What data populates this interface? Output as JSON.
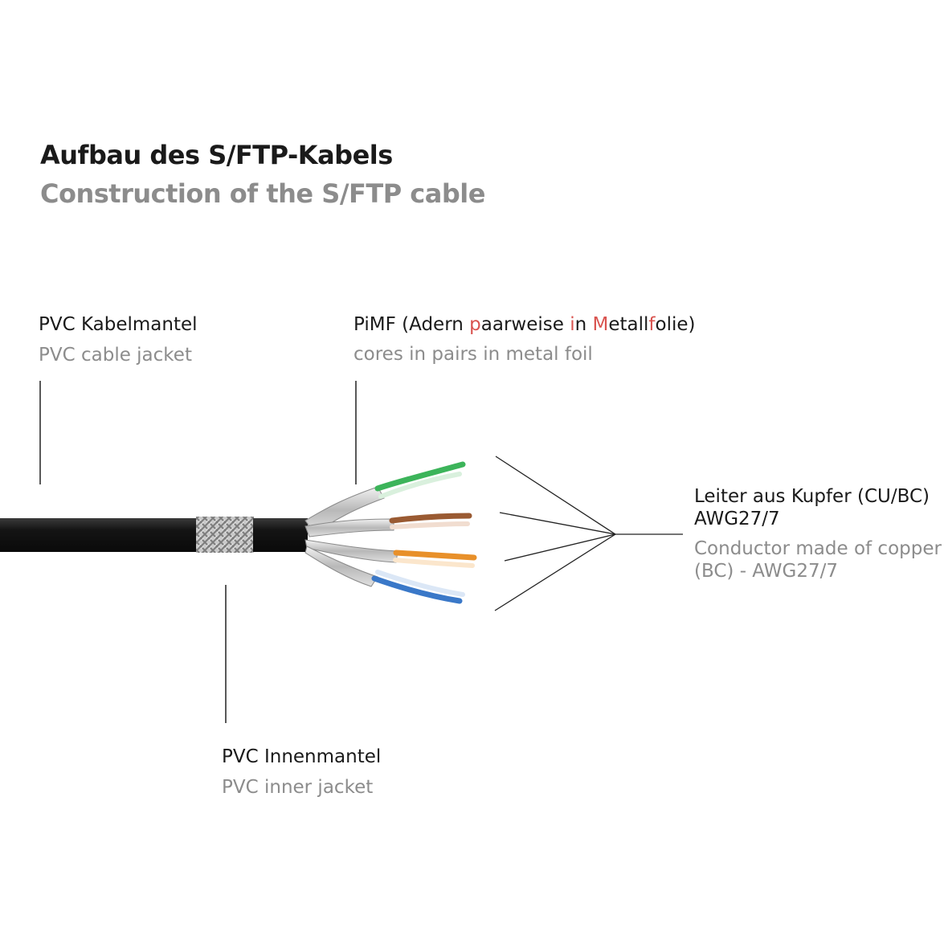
{
  "title": {
    "de": "Aufbau des S/FTP-Kabels",
    "en": "Construction of the S/FTP cable"
  },
  "labels": {
    "jacket": {
      "de": "PVC Kabelmantel",
      "en": "PVC cable jacket"
    },
    "pimf": {
      "de_parts": [
        "PiMF (Adern ",
        "p",
        "aarweise ",
        "i",
        "n ",
        "M",
        "etall",
        "f",
        "olie)"
      ],
      "en": "cores in pairs in metal foil"
    },
    "conductor": {
      "de_line1": "Leiter aus Kupfer (CU/BC)",
      "de_line2": "AWG27/7",
      "en_line1": "Conductor made of copper",
      "en_line2": "(BC) - AWG27/7"
    },
    "inner": {
      "de": "PVC Innenmantel",
      "en": "PVC inner jacket"
    }
  },
  "colors": {
    "highlight": "#d9534f",
    "jacket": "#141414",
    "pair_green": "#3cb45a",
    "pair_brown": "#9a5a32",
    "pair_orange": "#e8902a",
    "pair_blue": "#3a78c8"
  }
}
